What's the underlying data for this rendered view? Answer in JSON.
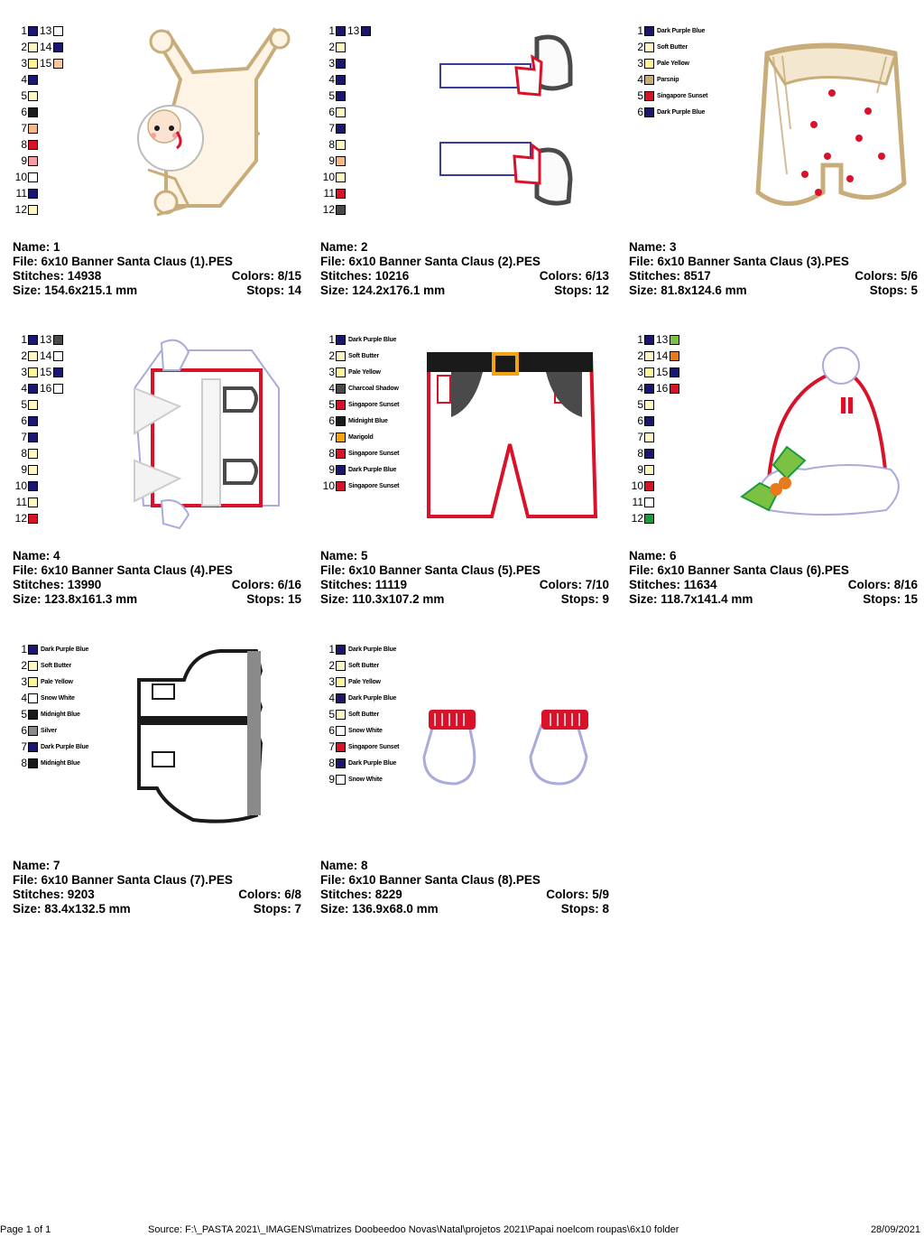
{
  "cards": [
    {
      "name_label": "Name: 1",
      "file_label": "File: 6x10 Banner Santa Claus (1).PES",
      "stitches_label": "Stitches: 14938",
      "colors_label": "Colors: 8/15",
      "size_label": "Size: 154.6x215.1 mm",
      "stops_label": "Stops: 14",
      "palette_mode": "numbers",
      "palette": [
        {
          "n": "1",
          "c": "#1b1670"
        },
        {
          "n": "2",
          "c": "#fdf7c4"
        },
        {
          "n": "3",
          "c": "#fdf597"
        },
        {
          "n": "4",
          "c": "#1b1670"
        },
        {
          "n": "5",
          "c": "#fdf7c4"
        },
        {
          "n": "6",
          "c": "#1a1a1a"
        },
        {
          "n": "7",
          "c": "#f5b889"
        },
        {
          "n": "8",
          "c": "#d9122a"
        },
        {
          "n": "9",
          "c": "#f39ea5"
        },
        {
          "n": "10",
          "c": "#ffffff"
        },
        {
          "n": "11",
          "c": "#1b1670"
        },
        {
          "n": "12",
          "c": "#fdf7c4"
        }
      ],
      "palette2": [
        {
          "n": "13",
          "c": "#ffffff"
        },
        {
          "n": "14",
          "c": "#1b1670"
        },
        {
          "n": "15",
          "c": "#f5c9a0"
        }
      ]
    },
    {
      "name_label": "Name: 2",
      "file_label": "File: 6x10 Banner Santa Claus (2).PES",
      "stitches_label": "Stitches: 10216",
      "colors_label": "Colors: 6/13",
      "size_label": "Size: 124.2x176.1 mm",
      "stops_label": "Stops: 12",
      "palette_mode": "numbers",
      "palette": [
        {
          "n": "1",
          "c": "#1b1670"
        },
        {
          "n": "2",
          "c": "#fdf7c4"
        },
        {
          "n": "3",
          "c": "#1b1670"
        },
        {
          "n": "4",
          "c": "#1b1670"
        },
        {
          "n": "5",
          "c": "#1b1670"
        },
        {
          "n": "6",
          "c": "#fdf7c4"
        },
        {
          "n": "7",
          "c": "#1b1670"
        },
        {
          "n": "8",
          "c": "#fdf7c4"
        },
        {
          "n": "9",
          "c": "#f5b889"
        },
        {
          "n": "10",
          "c": "#fdf7c4"
        },
        {
          "n": "11",
          "c": "#d9122a"
        },
        {
          "n": "12",
          "c": "#4a4a4a"
        }
      ],
      "palette2": [
        {
          "n": "13",
          "c": "#1b1670"
        }
      ]
    },
    {
      "name_label": "Name: 3",
      "file_label": "File: 6x10 Banner Santa Claus (3).PES",
      "stitches_label": "Stitches: 8517",
      "colors_label": "Colors: 5/6",
      "size_label": "Size: 81.8x124.6 mm",
      "stops_label": "Stops: 5",
      "palette_mode": "names",
      "palette": [
        {
          "n": "1",
          "c": "#1b1670",
          "name": "Dark Purple Blue"
        },
        {
          "n": "2",
          "c": "#fdf7c4",
          "name": "Soft Butter"
        },
        {
          "n": "3",
          "c": "#fdf597",
          "name": "Pale Yellow"
        },
        {
          "n": "4",
          "c": "#c8ad7a",
          "name": "Parsnip"
        },
        {
          "n": "5",
          "c": "#d9122a",
          "name": "Singapore Sunset"
        },
        {
          "n": "6",
          "c": "#1b1670",
          "name": "Dark Purple Blue"
        }
      ],
      "palette2": []
    },
    {
      "name_label": "Name: 4",
      "file_label": "File: 6x10 Banner Santa Claus (4).PES",
      "stitches_label": "Stitches: 13990",
      "colors_label": "Colors: 6/16",
      "size_label": "Size: 123.8x161.3 mm",
      "stops_label": "Stops: 15",
      "palette_mode": "numbers",
      "palette": [
        {
          "n": "1",
          "c": "#1b1670"
        },
        {
          "n": "2",
          "c": "#fdf7c4"
        },
        {
          "n": "3",
          "c": "#fdf597"
        },
        {
          "n": "4",
          "c": "#1b1670"
        },
        {
          "n": "5",
          "c": "#fdf7c4"
        },
        {
          "n": "6",
          "c": "#1b1670"
        },
        {
          "n": "7",
          "c": "#1b1670"
        },
        {
          "n": "8",
          "c": "#fdf7c4"
        },
        {
          "n": "9",
          "c": "#fdf7c4"
        },
        {
          "n": "10",
          "c": "#1b1670"
        },
        {
          "n": "11",
          "c": "#fdf7c4"
        },
        {
          "n": "12",
          "c": "#d9122a"
        }
      ],
      "palette2": [
        {
          "n": "13",
          "c": "#4a4a4a"
        },
        {
          "n": "14",
          "c": "#ffffff"
        },
        {
          "n": "15",
          "c": "#1b1670"
        },
        {
          "n": "16",
          "c": "#ffffff"
        }
      ]
    },
    {
      "name_label": "Name: 5",
      "file_label": "File: 6x10 Banner Santa Claus (5).PES",
      "stitches_label": "Stitches: 11119",
      "colors_label": "Colors: 7/10",
      "size_label": "Size: 110.3x107.2 mm",
      "stops_label": "Stops: 9",
      "palette_mode": "names",
      "palette": [
        {
          "n": "1",
          "c": "#1b1670",
          "name": "Dark Purple Blue"
        },
        {
          "n": "2",
          "c": "#fdf7c4",
          "name": "Soft Butter"
        },
        {
          "n": "3",
          "c": "#fdf597",
          "name": "Pale Yellow"
        },
        {
          "n": "4",
          "c": "#4a4a4a",
          "name": "Charcoal Shadow"
        },
        {
          "n": "5",
          "c": "#d9122a",
          "name": "Singapore Sunset"
        },
        {
          "n": "6",
          "c": "#1a1a1a",
          "name": "Midnight Blue"
        },
        {
          "n": "7",
          "c": "#f2a30f",
          "name": "Marigold"
        },
        {
          "n": "8",
          "c": "#d9122a",
          "name": "Singapore Sunset"
        },
        {
          "n": "9",
          "c": "#1b1670",
          "name": "Dark Purple Blue"
        },
        {
          "n": "10",
          "c": "#d9122a",
          "name": "Singapore Sunset"
        }
      ],
      "palette2": []
    },
    {
      "name_label": "Name: 6",
      "file_label": "File: 6x10 Banner Santa Claus (6).PES",
      "stitches_label": "Stitches: 11634",
      "colors_label": "Colors: 8/16",
      "size_label": "Size: 118.7x141.4 mm",
      "stops_label": "Stops: 15",
      "palette_mode": "numbers",
      "palette": [
        {
          "n": "1",
          "c": "#1b1670"
        },
        {
          "n": "2",
          "c": "#fdf7c4"
        },
        {
          "n": "3",
          "c": "#fdf597"
        },
        {
          "n": "4",
          "c": "#1b1670"
        },
        {
          "n": "5",
          "c": "#fdf7c4"
        },
        {
          "n": "6",
          "c": "#1b1670"
        },
        {
          "n": "7",
          "c": "#fdf7c4"
        },
        {
          "n": "8",
          "c": "#1b1670"
        },
        {
          "n": "9",
          "c": "#fdf7c4"
        },
        {
          "n": "10",
          "c": "#d9122a"
        },
        {
          "n": "11",
          "c": "#ffffff"
        },
        {
          "n": "12",
          "c": "#1a9a3a"
        }
      ],
      "palette2": [
        {
          "n": "13",
          "c": "#7cc242"
        },
        {
          "n": "14",
          "c": "#e87a1e"
        },
        {
          "n": "15",
          "c": "#1b1670"
        },
        {
          "n": "16",
          "c": "#d9122a"
        }
      ]
    },
    {
      "name_label": "Name: 7",
      "file_label": "File: 6x10 Banner Santa Claus (7).PES",
      "stitches_label": "Stitches: 9203",
      "colors_label": "Colors: 6/8",
      "size_label": "Size: 83.4x132.5 mm",
      "stops_label": "Stops: 7",
      "palette_mode": "names",
      "palette": [
        {
          "n": "1",
          "c": "#1b1670",
          "name": "Dark Purple Blue"
        },
        {
          "n": "2",
          "c": "#fdf7c4",
          "name": "Soft Butter"
        },
        {
          "n": "3",
          "c": "#fdf597",
          "name": "Pale Yellow"
        },
        {
          "n": "4",
          "c": "#ffffff",
          "name": "Snow White"
        },
        {
          "n": "5",
          "c": "#1a1a1a",
          "name": "Midnight Blue"
        },
        {
          "n": "6",
          "c": "#8a8a8a",
          "name": "Silver"
        },
        {
          "n": "7",
          "c": "#1b1670",
          "name": "Dark Purple Blue"
        },
        {
          "n": "8",
          "c": "#1a1a1a",
          "name": "Midnight Blue"
        }
      ],
      "palette2": []
    },
    {
      "name_label": "Name: 8",
      "file_label": "File: 6x10 Banner Santa Claus (8).PES",
      "stitches_label": "Stitches: 8229",
      "colors_label": "Colors: 5/9",
      "size_label": "Size: 136.9x68.0 mm",
      "stops_label": "Stops: 8",
      "palette_mode": "names",
      "palette": [
        {
          "n": "1",
          "c": "#1b1670",
          "name": "Dark Purple Blue"
        },
        {
          "n": "2",
          "c": "#fdf7c4",
          "name": "Soft Butter"
        },
        {
          "n": "3",
          "c": "#fdf597",
          "name": "Pale Yellow"
        },
        {
          "n": "4",
          "c": "#1b1670",
          "name": "Dark Purple Blue"
        },
        {
          "n": "5",
          "c": "#fdf7c4",
          "name": "Soft Butter"
        },
        {
          "n": "6",
          "c": "#ffffff",
          "name": "Snow White"
        },
        {
          "n": "7",
          "c": "#d9122a",
          "name": "Singapore Sunset"
        },
        {
          "n": "8",
          "c": "#1b1670",
          "name": "Dark Purple Blue"
        },
        {
          "n": "9",
          "c": "#ffffff",
          "name": "Snow White"
        }
      ],
      "palette2": []
    }
  ],
  "footer": {
    "page": "Page 1 of 1",
    "source": "Source: F:\\_PASTA 2021\\_IMAGENS\\matrizes Doobeedoo Novas\\Natal\\projetos 2021\\Papai noelcom roupas\\6x10 folder",
    "date": "28/09/2021"
  }
}
